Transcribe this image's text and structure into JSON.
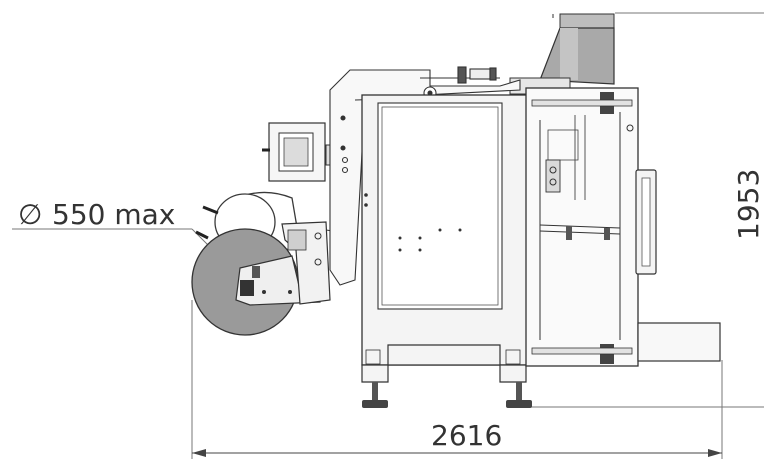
{
  "dimensions": {
    "roll_diameter_label": "550 max",
    "roll_diameter_symbol": "∅",
    "height_label": "1953",
    "width_label": "2616"
  },
  "colors": {
    "background": "#ffffff",
    "outline": "#3a3a3a",
    "body_fill": "#f4f4f4",
    "roll_fill": "#9a9a9a",
    "hopper_fill": "#a9a9a9",
    "dimension_line": "#555555",
    "dimension_text": "#333333"
  }
}
